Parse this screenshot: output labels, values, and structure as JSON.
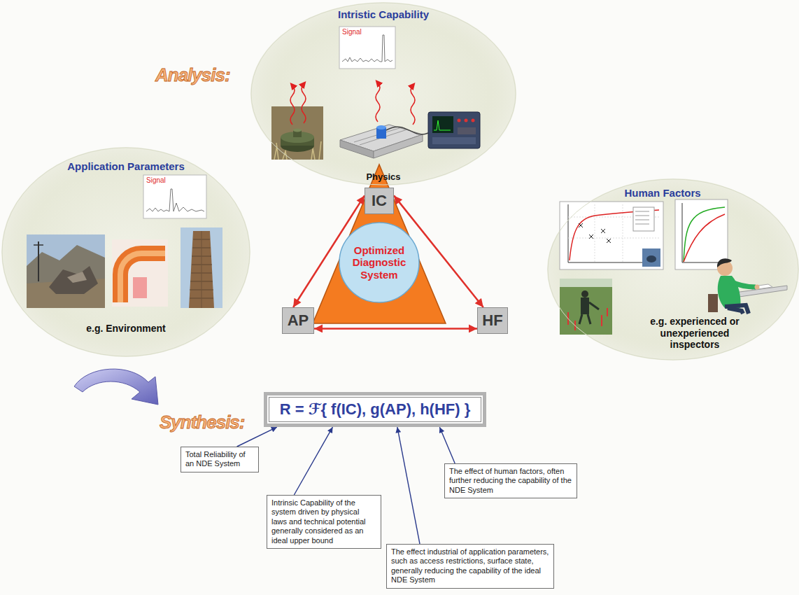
{
  "diagram": {
    "nodes": [
      {
        "text": [
          "Intristic Capability",
          "Physics"
        ]
      },
      {
        "text": [
          "IC"
        ]
      },
      {
        "text": [
          "Application Parameters",
          "e.g. Environment"
        ]
      },
      {
        "text": [
          "AP"
        ]
      },
      {
        "text": [
          "Optimized Diagnostic System"
        ]
      },
      {
        "text": [
          "Human Factors",
          "e.g. experienced or unexperienced inspectors"
        ]
      },
      {
        "text": [
          "HF"
        ]
      },
      {
        "text": [
          "R = ℱ{ f(IC), g(AP), h(HF) }"
        ]
      },
      {
        "text": [
          "Total Reliability of an NDE System"
        ]
      },
      {
        "text": [
          "Intrinsic Capability of the system driven by physical laws and technical potential generally considered as an ideal upper bound"
        ]
      },
      {
        "text": [
          "The effect industrial of application parameters, such as access restrictions, surface state, generally reducing the capability of the ideal NDE System"
        ]
      },
      {
        "text": [
          "The effect of human factors, often further reducing the capability of the NDE System"
        ]
      }
    ],
    "edges": [
      {
        "from": 1,
        "to": 3,
        "arrow": "both"
      },
      {
        "from": 1,
        "to": 6,
        "arrow": "both"
      },
      {
        "from": 3,
        "to": 6,
        "arrow": "both"
      },
      {
        "from": 8,
        "to": 7,
        "arrow": "to"
      },
      {
        "from": 9,
        "to": 7,
        "arrow": "to"
      },
      {
        "from": 10,
        "to": 7,
        "arrow": "to"
      },
      {
        "from": 11,
        "to": 7,
        "arrow": "to"
      }
    ],
    "labels": [
      "Analysis:",
      "Signal",
      "Signal",
      "Synthesis:"
    ]
  }
}
